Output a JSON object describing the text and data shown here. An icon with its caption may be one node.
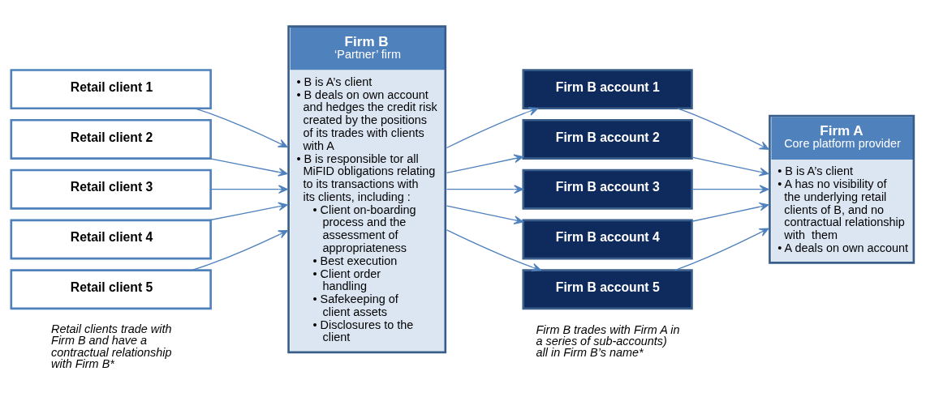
{
  "diagram": {
    "nodes": [
      {
        "text": [
          "Retail client 1"
        ]
      },
      {
        "text": [
          "Retail client 2"
        ]
      },
      {
        "text": [
          "Retail client 3"
        ]
      },
      {
        "text": [
          "Retail client 4"
        ]
      },
      {
        "text": [
          "Retail client 5"
        ]
      },
      {
        "text": [
          "Firm B",
          "‘Partner’ firm",
          "• B is A’s client",
          "• B deals on own account and hedges the credit risk created by the positions of its trades with clients with A",
          "• B is responsible tor all MiFID obligations relating to its transactions with its clients, including :",
          "• Client on-boarding process and the assessment of appropriateness",
          "• Best execution",
          "• Client order handling",
          "• Safekeeping of client assets",
          "• Disclosures to the client"
        ]
      },
      {
        "text": [
          "Firm B account 1"
        ]
      },
      {
        "text": [
          "Firm B account 2"
        ]
      },
      {
        "text": [
          "Firm B account 3"
        ]
      },
      {
        "text": [
          "Firm B account 4"
        ]
      },
      {
        "text": [
          "Firm B account 5"
        ]
      },
      {
        "text": [
          "Firm A",
          "Core platform provider",
          "• B is A’s client",
          "• A has no visibility of the underlying retail clients of B, and no contractual relationship with  them",
          "• A deals on own account"
        ]
      }
    ],
    "edges": [
      {
        "from": 0,
        "to": 5,
        "arrow": "to"
      },
      {
        "from": 1,
        "to": 5,
        "arrow": "to"
      },
      {
        "from": 2,
        "to": 5,
        "arrow": "to"
      },
      {
        "from": 3,
        "to": 5,
        "arrow": "to"
      },
      {
        "from": 4,
        "to": 5,
        "arrow": "to"
      },
      {
        "from": 5,
        "to": 6,
        "arrow": "to"
      },
      {
        "from": 5,
        "to": 7,
        "arrow": "to"
      },
      {
        "from": 5,
        "to": 8,
        "arrow": "to"
      },
      {
        "from": 5,
        "to": 9,
        "arrow": "to"
      },
      {
        "from": 5,
        "to": 10,
        "arrow": "to"
      },
      {
        "from": 6,
        "to": 11,
        "arrow": "to"
      },
      {
        "from": 7,
        "to": 11,
        "arrow": "to"
      },
      {
        "from": 8,
        "to": 11,
        "arrow": "to"
      },
      {
        "from": 9,
        "to": 11,
        "arrow": "to"
      },
      {
        "from": 10,
        "to": 11,
        "arrow": "to"
      }
    ],
    "labels": [
      "Retail clients trade with Firm B and have a contractual relationship with Firm B*",
      "Firm B trades with Firm A in a series of sub-accounts) all in Firm B’s name*"
    ]
  }
}
